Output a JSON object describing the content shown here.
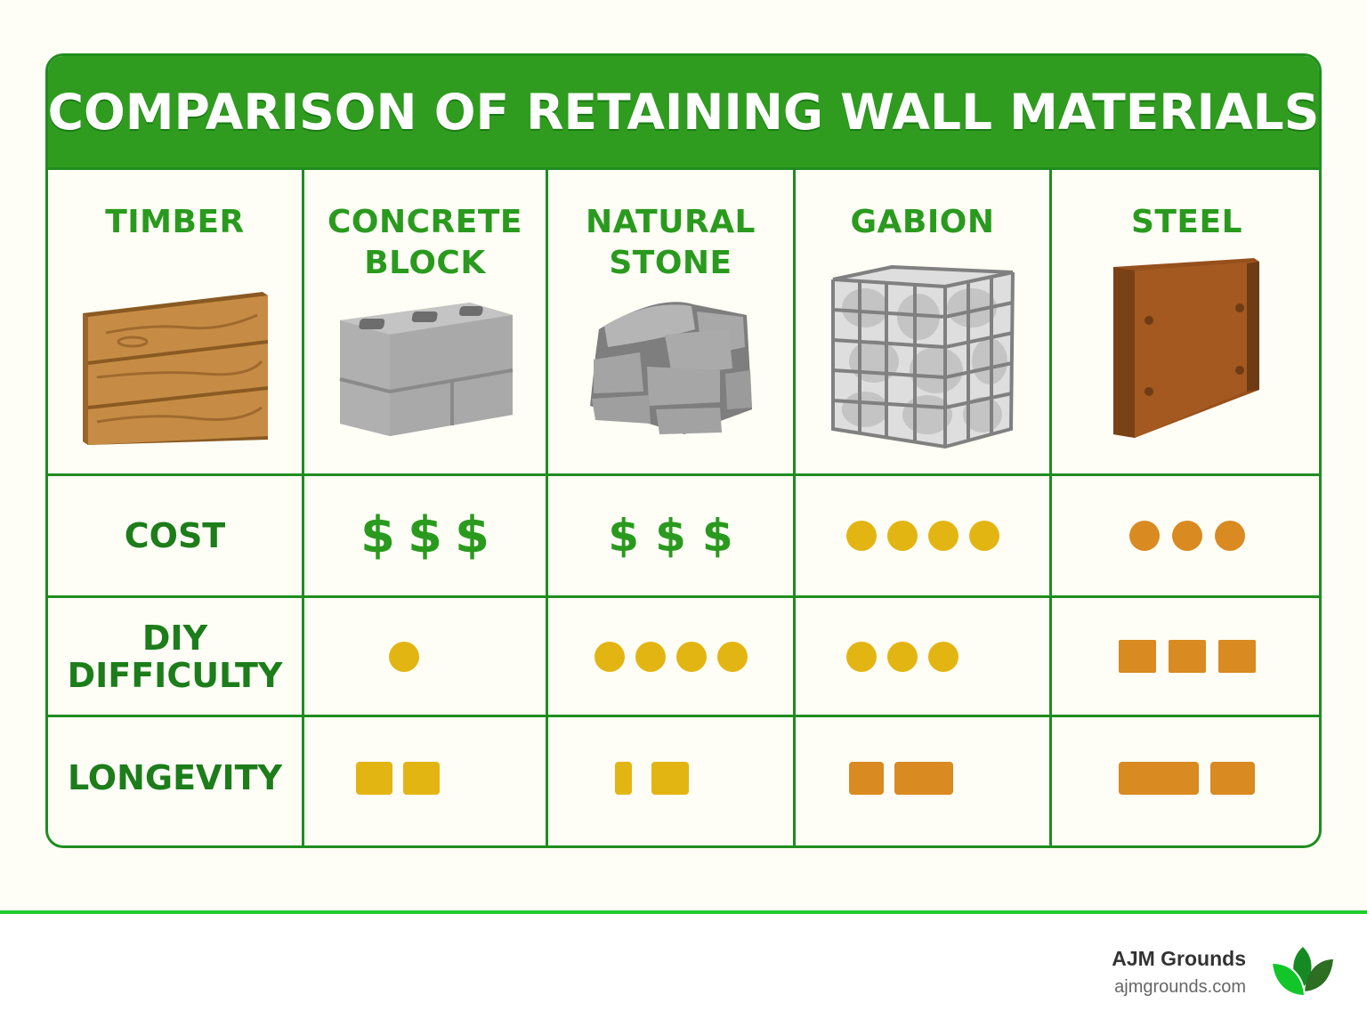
{
  "title": "COMPARISON OF RETAINING WALL MATERIALS",
  "colors": {
    "header_green": "#2f9c1f",
    "border_green": "#1f8d1f",
    "label_green": "#1c7d1a",
    "name_green": "#2a9a1e",
    "yellow": "#e3b512",
    "orange": "#d98a20",
    "footer_line": "#1fcc2f",
    "background": "#fefef6"
  },
  "materials": [
    {
      "name_line1": "TIMBER",
      "name_line2": "",
      "icon": "timber-planks-icon"
    },
    {
      "name_line1": "CONCRETE",
      "name_line2": "BLOCK",
      "icon": "concrete-block-icon"
    },
    {
      "name_line1": "NATURAL",
      "name_line2": "STONE",
      "icon": "natural-stone-icon"
    },
    {
      "name_line1": "GABION",
      "name_line2": "",
      "icon": "gabion-cage-icon"
    },
    {
      "name_line1": "STEEL",
      "name_line2": "",
      "icon": "steel-panel-icon"
    }
  ],
  "rows": [
    {
      "label_line1": "COST",
      "label_line2": "",
      "values": [
        {
          "type": "dollars",
          "count": 3,
          "symbol": "$",
          "color": "#2a9a1e"
        },
        {
          "type": "dollars",
          "count": 3,
          "symbol": "$",
          "color": "#2a9a1e"
        },
        {
          "type": "dots",
          "count": 4,
          "color": "#e3b512"
        },
        {
          "type": "dots",
          "count": 3,
          "color": "#d98a20"
        }
      ]
    },
    {
      "label_line1": "DIY",
      "label_line2": "DIFFICULTY",
      "values": [
        {
          "type": "dots",
          "count": 1,
          "color": "#e3b512"
        },
        {
          "type": "dots",
          "count": 4,
          "color": "#e3b512"
        },
        {
          "type": "dots",
          "count": 3,
          "color": "#e3b512"
        },
        {
          "type": "squares",
          "count": 3,
          "color": "#d98a20"
        }
      ]
    },
    {
      "label_line1": "LONGEVITY",
      "label_line2": "",
      "values": [
        {
          "type": "bars",
          "widths": [
            41,
            41
          ],
          "color": "#e3b512"
        },
        {
          "type": "bars",
          "widths": [
            19,
            42
          ],
          "color": "#e3b512"
        },
        {
          "type": "bars",
          "widths": [
            39,
            66
          ],
          "color": "#d98a20"
        },
        {
          "type": "bars",
          "widths": [
            90,
            50
          ],
          "color": "#d98a20"
        }
      ]
    }
  ],
  "footer": {
    "brand_name": "AJM Grounds",
    "brand_url": "ajmgrounds.com",
    "logo_icon": "leaf-logo-icon"
  }
}
